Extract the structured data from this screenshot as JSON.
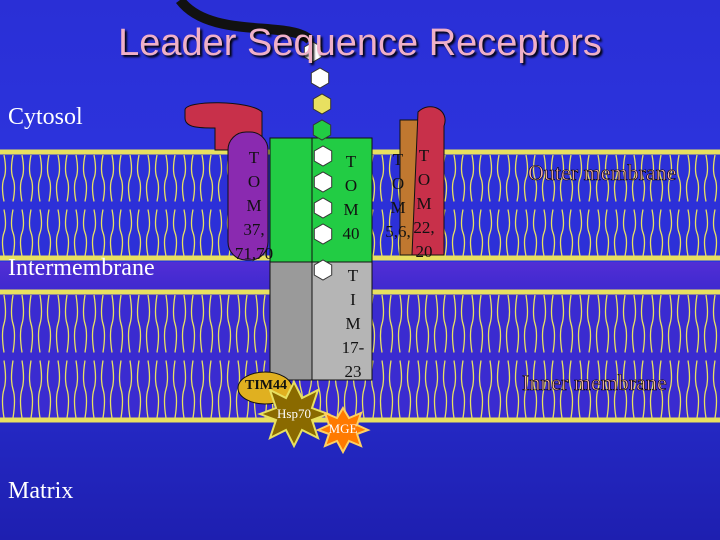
{
  "title": "Leader Sequence Receptors",
  "compartments": {
    "cytosol": "Cytosol",
    "intermembrane": "Intermembrane",
    "matrix": "Matrix"
  },
  "membranes": {
    "outer": "Outer membrane",
    "inner": "Inner membrane"
  },
  "proteins": {
    "tom37_70": [
      "T",
      "O",
      "M",
      "37,",
      "71,70"
    ],
    "tom40": [
      "T",
      "O",
      "M",
      "40"
    ],
    "tom5_6": [
      "T",
      "O",
      "M",
      "5,6,"
    ],
    "tom22_20": [
      "T",
      "O",
      "M",
      "22,",
      "20"
    ],
    "tim17_23": [
      "T",
      "I",
      "M",
      "17-",
      "23"
    ],
    "tim44": "TIM44",
    "hsp70": "Hsp70",
    "mge": "MGE"
  },
  "colors": {
    "background": "#2a2fd6",
    "lipid_head": "#e8e060",
    "title": "#f0b0c8",
    "tom40_green": "#22cc44",
    "tim_gray": "#9a9a9a",
    "hsp70": "#8a6a00",
    "mge": "#ff7a00",
    "receptor_red": "#c8304a",
    "receptor_purple": "#8a2ab0"
  }
}
